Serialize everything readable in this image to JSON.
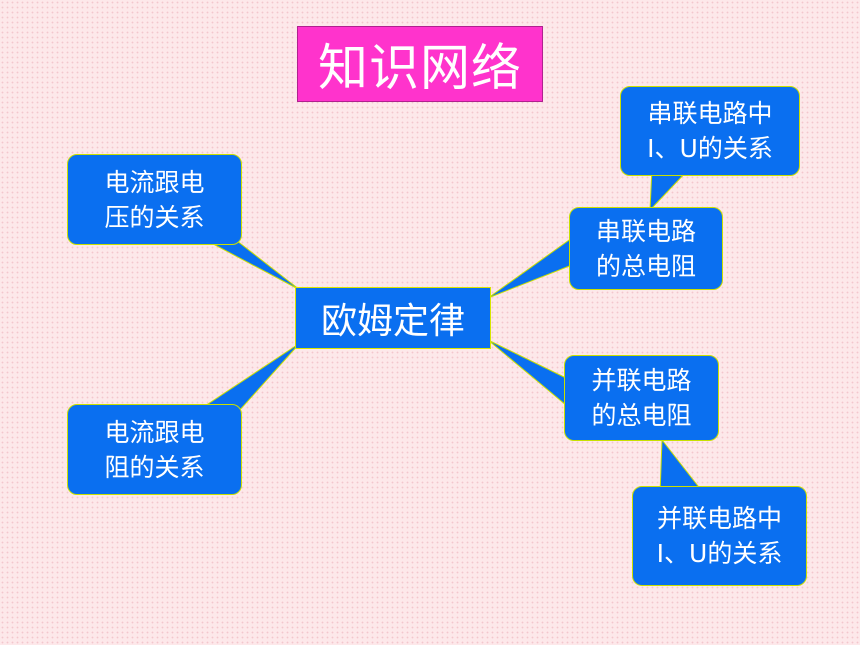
{
  "title": "知识网络",
  "center": "欧姆定律",
  "nodes": {
    "current_voltage": {
      "line1": "电流跟电",
      "line2": "压的关系"
    },
    "current_resistance": {
      "line1": "电流跟电",
      "line2": "阻的关系"
    },
    "series_total_resistance": {
      "line1": "串联电路",
      "line2": "的总电阻"
    },
    "parallel_total_resistance": {
      "line1": "并联电路",
      "line2": "的总电阻"
    },
    "series_iu": {
      "line1": "串联电路中",
      "line2": "I、U的关系"
    },
    "parallel_iu": {
      "line1": "并联电路中",
      "line2": "I、U的关系"
    }
  },
  "colors": {
    "title_bg": "#ff33cc",
    "node_fill": "#0a6ff0",
    "outline": "#c8e000",
    "text": "#ffffff",
    "background": "#fde8ea"
  }
}
